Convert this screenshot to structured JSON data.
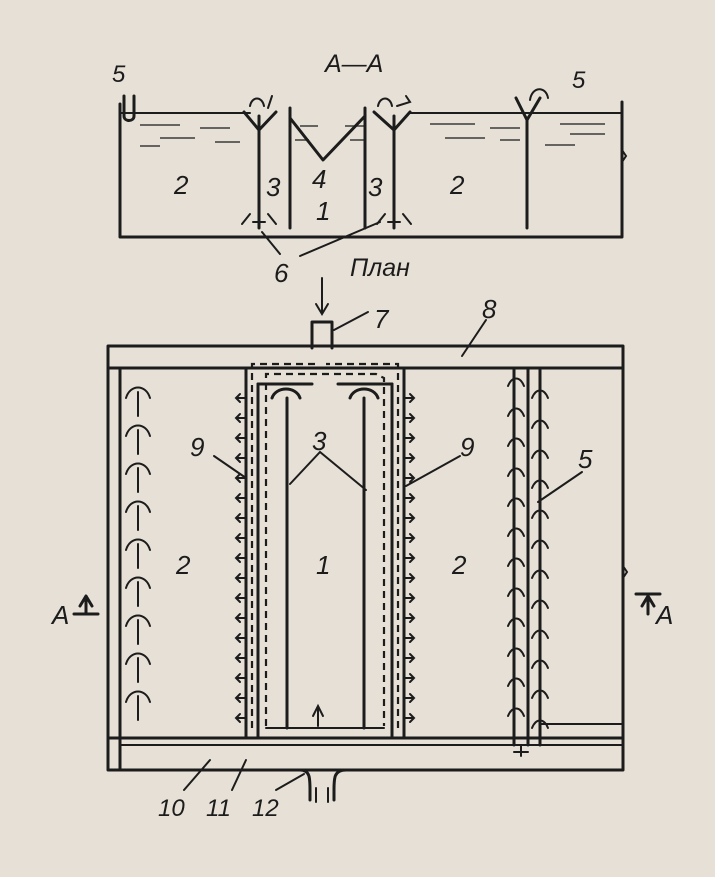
{
  "section_title": "А—А",
  "plan_title": "План",
  "section_marker": "А",
  "section_labels": {
    "l5a": "5",
    "l5b": "5",
    "l2a": "2",
    "l2b": "2",
    "l3a": "3",
    "l3b": "3",
    "l4": "4",
    "l1": "1",
    "l6": "6"
  },
  "plan_labels": {
    "l7": "7",
    "l8": "8",
    "l9a": "9",
    "l9b": "9",
    "l3": "3",
    "l5": "5",
    "l2a": "2",
    "l1": "1",
    "l2b": "2",
    "l10": "10",
    "l11": "11",
    "l12": "12"
  },
  "colors": {
    "paper": "#e6e0d6",
    "ink": "#1c1c1c"
  }
}
